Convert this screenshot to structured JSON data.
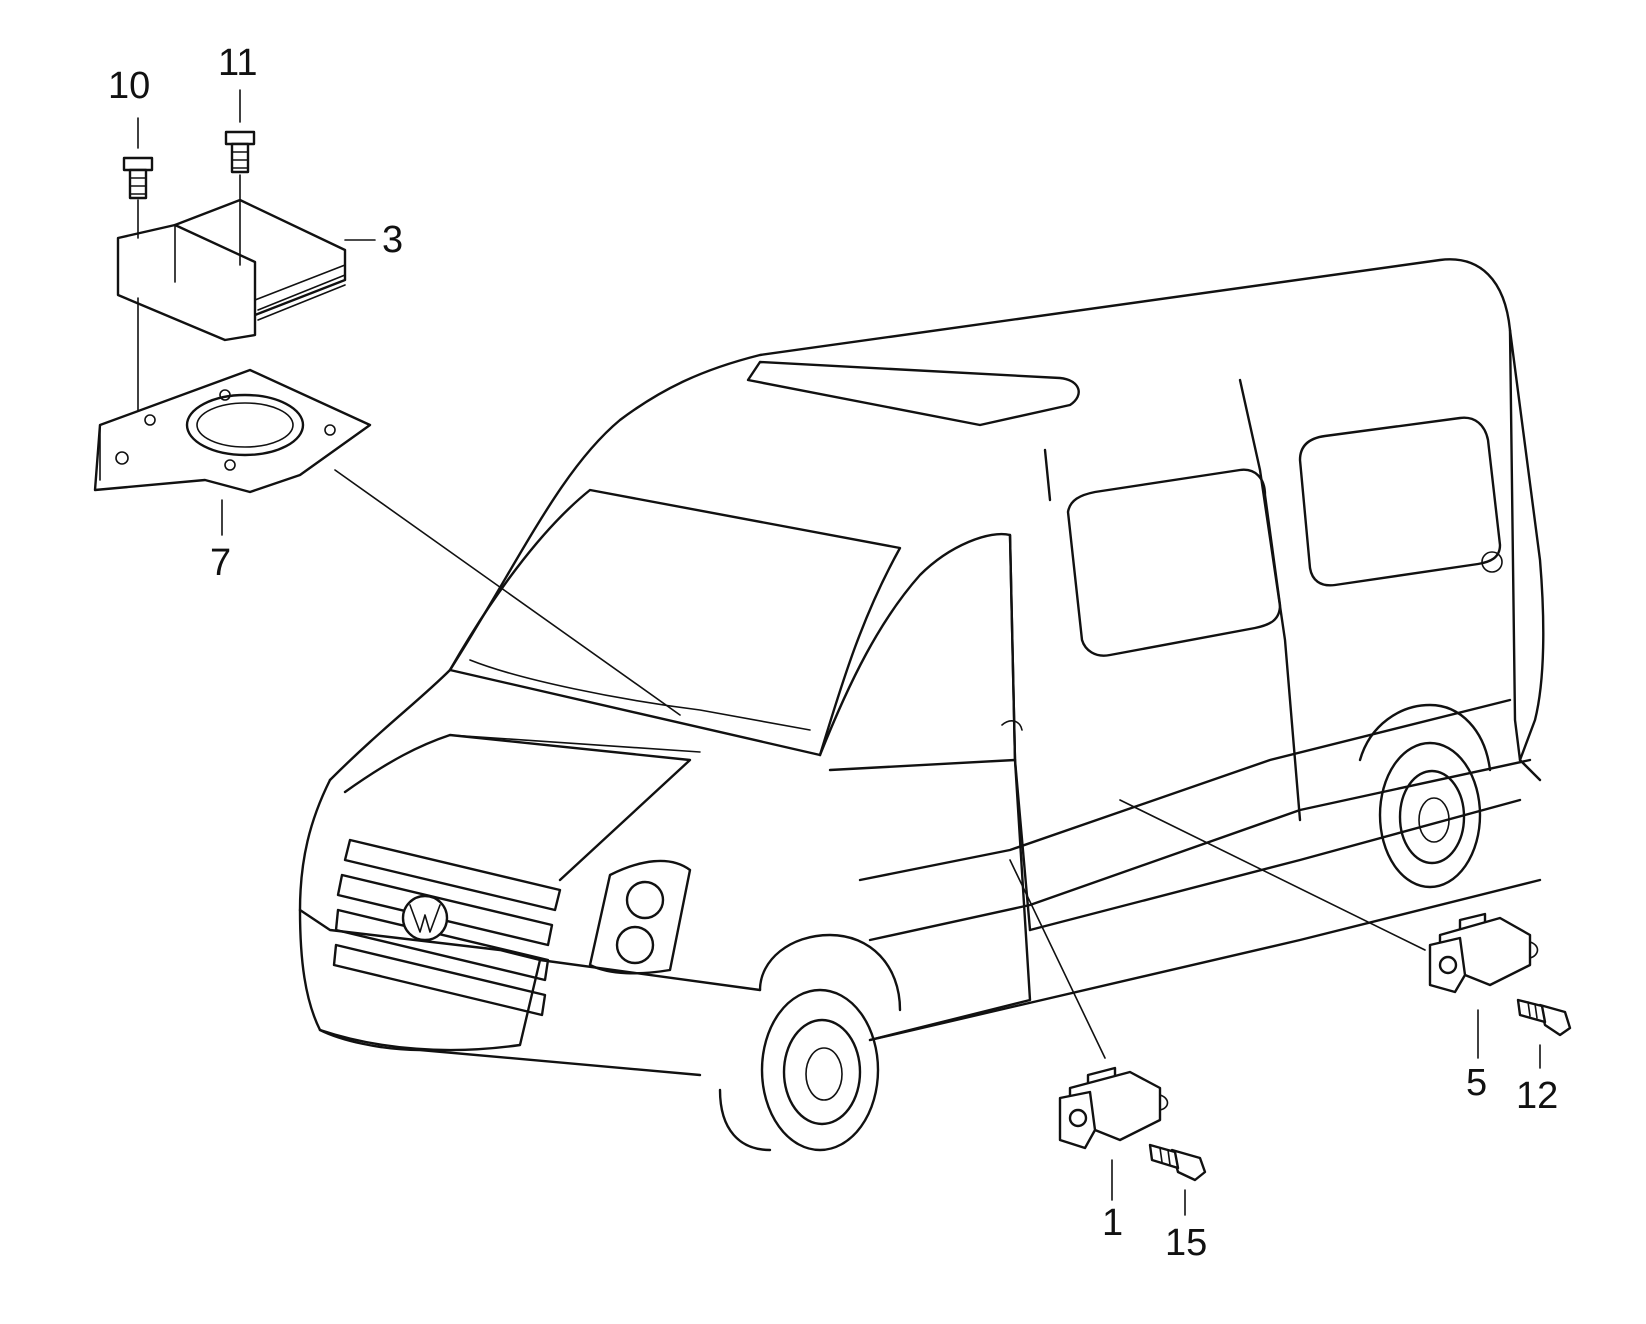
{
  "diagram": {
    "callouts": [
      {
        "id": "c1",
        "label": "1"
      },
      {
        "id": "c3",
        "label": "3"
      },
      {
        "id": "c5",
        "label": "5"
      },
      {
        "id": "c7",
        "label": "7"
      },
      {
        "id": "c10",
        "label": "10"
      },
      {
        "id": "c11",
        "label": "11"
      },
      {
        "id": "c12",
        "label": "12"
      },
      {
        "id": "c15",
        "label": "15"
      }
    ],
    "parts": [
      {
        "callout": "3",
        "icon": "airbag-control-unit-icon"
      },
      {
        "callout": "7",
        "icon": "mounting-bracket-icon"
      },
      {
        "callout": "10",
        "icon": "bolt-icon"
      },
      {
        "callout": "11",
        "icon": "bolt-icon"
      },
      {
        "callout": "1",
        "icon": "crash-sensor-icon"
      },
      {
        "callout": "5",
        "icon": "crash-sensor-icon"
      },
      {
        "callout": "12",
        "icon": "bolt-icon"
      },
      {
        "callout": "15",
        "icon": "bolt-icon"
      }
    ],
    "main_illustration": "van-icon",
    "line_color": "#111111",
    "background": "#ffffff"
  }
}
